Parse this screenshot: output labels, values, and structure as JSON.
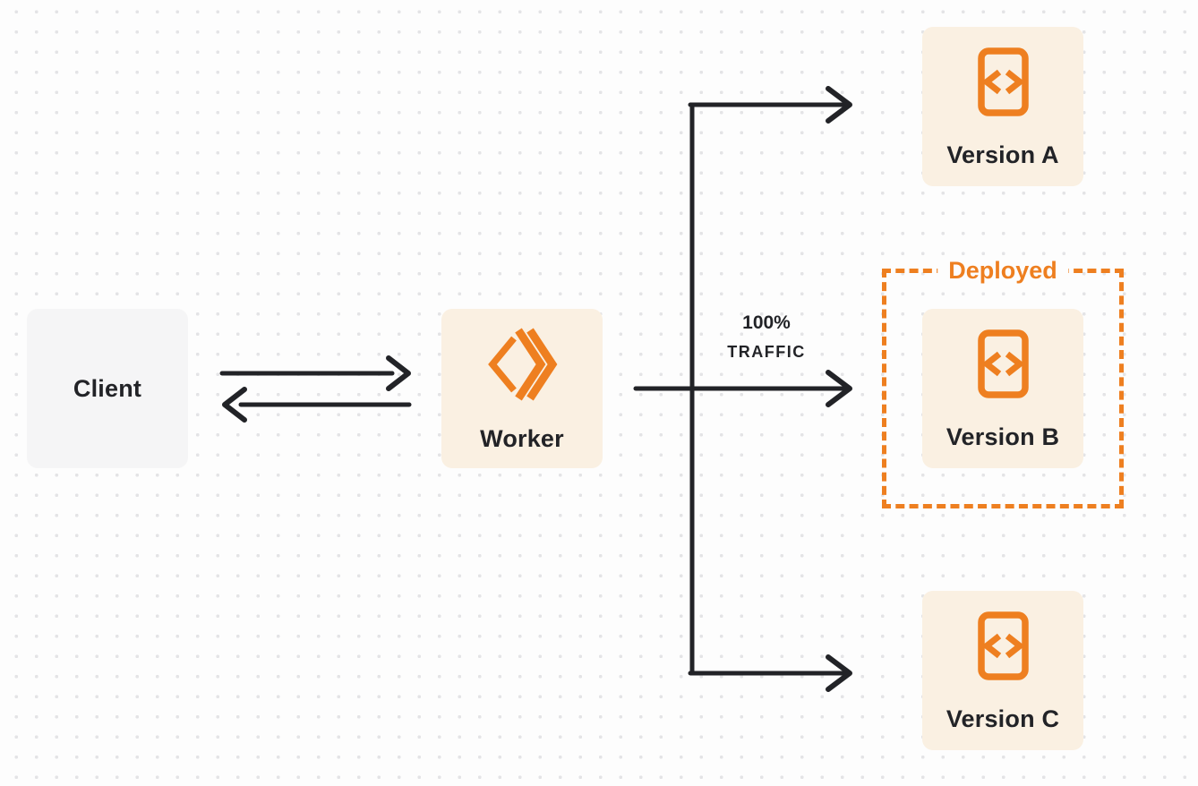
{
  "diagram": {
    "nodes": {
      "client": {
        "label": "Client"
      },
      "worker": {
        "label": "Worker"
      },
      "version_a": {
        "label": "Version A"
      },
      "version_b": {
        "label": "Version B"
      },
      "version_c": {
        "label": "Version C"
      }
    },
    "labels": {
      "deployed": "Deployed",
      "traffic_percent": "100%",
      "traffic_word": "TRAFFIC"
    },
    "icons": {
      "worker": "workers-double-chevron-icon",
      "version": "code-document-icon"
    },
    "colors": {
      "orange": "#ee7f20",
      "cream": "#faf0e2",
      "gray": "#f5f5f6",
      "ink": "#222327",
      "page_bg": "#fdfdfd",
      "dot": "#e4e4e6"
    }
  }
}
